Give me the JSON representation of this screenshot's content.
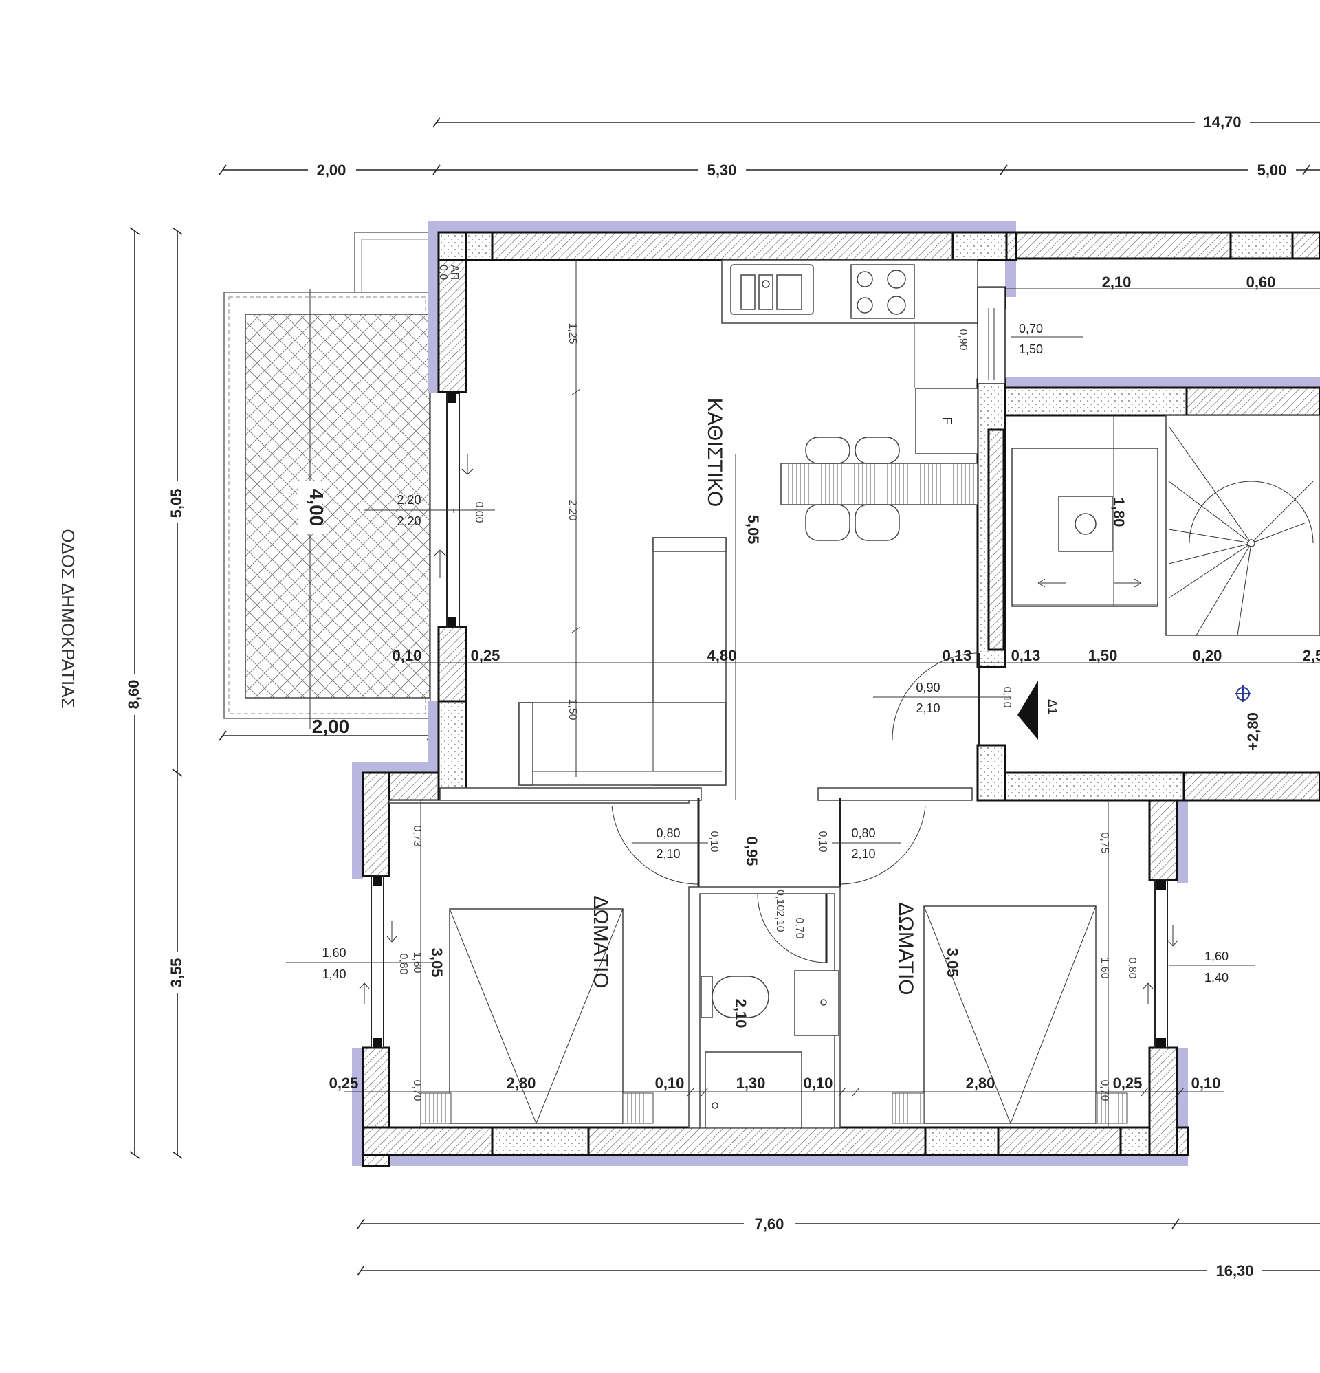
{
  "dimensions": {
    "top_total": "14,70",
    "top_a": "2,00",
    "top_b": "5,30",
    "top_c": "5,00",
    "left_upper": "5,05",
    "left_total": "8,60",
    "left_lower": "3,55",
    "bottom_a": "7,60",
    "bottom_total": "16,30",
    "balcony_depth": "4,00",
    "balcony_width": "2,00",
    "corr_w1": "2,10",
    "corr_w2": "0,60",
    "hall_a": "0,10",
    "hall_b": "0,25",
    "hall_c": "4,80",
    "hall_d": "0,13",
    "hall_e": "0,13",
    "hall_f": "1,50",
    "hall_g": "0,20",
    "hall_h": "2,5",
    "bot_a": "0,25",
    "bot_b": "2,80",
    "bot_c": "0,10",
    "bot_d": "1,30",
    "bot_e": "0,10",
    "bot_f": "2,80",
    "bot_g": "0,25",
    "bot_h": "0,10",
    "living_depth": "5,05",
    "room_depth_left": "3,05",
    "room_depth_right": "3,05",
    "bath_depth": "2,10",
    "hall_door_gap": "0,95",
    "stair_run": "1,80",
    "level": "+2,80",
    "inner_125": "1,25",
    "inner_220": "2,20",
    "inner_150": "1,50",
    "inner_073": "0,73",
    "inner_160": "1,60",
    "inner_070a": "0,70",
    "inner_075": "0,75",
    "inner_160b": "1,60",
    "inner_070b": "0,70"
  },
  "openings": {
    "balcony_door_w": "2,20",
    "balcony_door_h": "2,20",
    "balcony_door_sill": "0,00",
    "kitchen_win_sill": "0,90",
    "kitchen_win_w": "0,70",
    "kitchen_win_h": "1,50",
    "entry_w": "0,90",
    "entry_h": "2,10",
    "entry_sill": "0,10",
    "entry_mark": "Δ1",
    "door_l_w": "0,80",
    "door_l_h": "2,10",
    "door_l_s": "0,10",
    "door_r_w": "0,80",
    "door_r_h": "2,10",
    "door_r_s": "0,10",
    "bath_door_s": "0,10",
    "bath_door_h": "2,10",
    "bath_door_w": "0,70",
    "win_left_w": "1,60",
    "win_left_h": "1,40",
    "win_left_sill": "0,80",
    "win_right_w": "1,60",
    "win_right_h": "1,40",
    "win_right_sill": "0,80"
  },
  "labels": {
    "living_room": "ΚΑΘΙΣΤΙΚΟ",
    "bedroom_left": "ΔΩΜΑΤΙΟ",
    "bedroom_right": "ΔΩΜΑΤΙΟ",
    "street": "ΟΔΟΣ ΔΗΜΟΚΡΑΤΙΑΣ",
    "fridge": "F",
    "storage": "ΑΠ",
    "storage_sub": "0,0"
  },
  "colors": {
    "insulation": "#b9b7e0",
    "wall_line": "#111111"
  }
}
